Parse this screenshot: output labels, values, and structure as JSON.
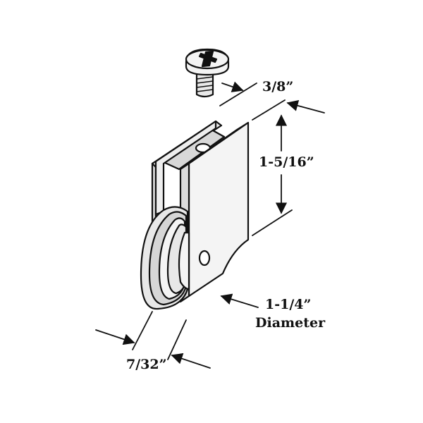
{
  "labels": {
    "screw_length": "3/8”",
    "housing_height": "1-5/16”",
    "wheel_diameter": "1-1/4”",
    "diameter_word": "Diameter",
    "wheel_width": "7/32”"
  },
  "colors": {
    "ink": "#111111",
    "part_fill": "#e8e8e8",
    "part_face": "#f4f4f4",
    "wheel_groove": "#d6d6d6",
    "background": "#ffffff"
  }
}
